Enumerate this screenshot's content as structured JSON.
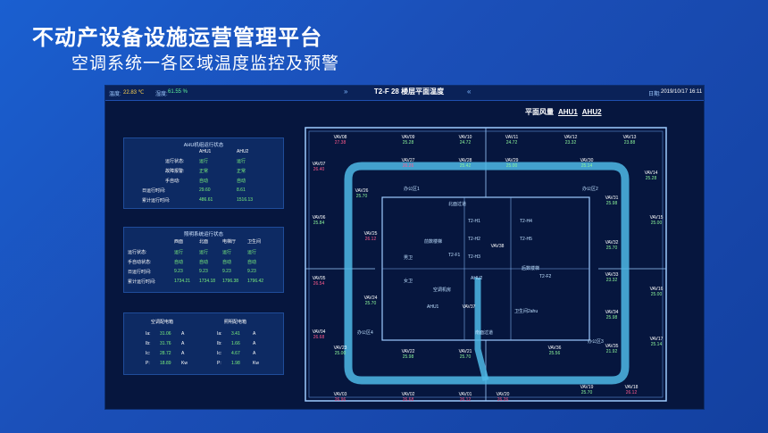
{
  "slide": {
    "title": "不动产设备设施运营管理平台",
    "subtitle": "空调系统一各区域温度监控及预警"
  },
  "topbar": {
    "temp_label": "温度:",
    "temp_value": "22.83 ℃",
    "hum_label": "湿度:",
    "hum_value": "61.55 %",
    "title": "T2-F 28 楼层平面温度",
    "left_arrows": "»",
    "right_arrows": "«",
    "date_label": "日期:",
    "date_value": "2019/10/17 16:11"
  },
  "wind": {
    "label": "平面风量",
    "units": [
      "AHU1",
      "AHU2"
    ]
  },
  "ahu": {
    "title": "AHU机组运行状态",
    "cols": [
      "AHU1",
      "AHU2"
    ],
    "rows": [
      {
        "label": "运行状态:",
        "v": [
          "运行",
          "运行"
        ]
      },
      {
        "label": "故障报警:",
        "v": [
          "正常",
          "正常"
        ]
      },
      {
        "label": "手自动:",
        "v": [
          "自动",
          "自动"
        ]
      },
      {
        "label": "日运行时间:",
        "v": [
          "29.60",
          "8.61"
        ]
      },
      {
        "label": "累计运行时间:",
        "v": [
          "486.61",
          "1516.13"
        ]
      }
    ]
  },
  "light": {
    "title": "照明系统运行状态",
    "cols": [
      "西面",
      "北面",
      "电梯厅",
      "卫生间"
    ],
    "rows": [
      {
        "label": "运行状态:",
        "v": [
          "运行",
          "运行",
          "运行",
          "运行"
        ]
      },
      {
        "label": "手自动状态:",
        "v": [
          "自动",
          "自动",
          "自动",
          "自动"
        ]
      },
      {
        "label": "日运行时间:",
        "v": [
          "9.23",
          "9.23",
          "9.23",
          "9.23"
        ]
      },
      {
        "label": "累计运行时间:",
        "v": [
          "1734.21",
          "1734.18",
          "1796.38",
          "1796.42"
        ]
      }
    ]
  },
  "power": {
    "ac_title": "空调配电箱",
    "light_title": "照明配电箱",
    "ac": [
      {
        "k": "Ia:",
        "v": "31.06",
        "u": "A"
      },
      {
        "k": "Ib:",
        "v": "31.76",
        "u": "A"
      },
      {
        "k": "Ic:",
        "v": "28.72",
        "u": "A"
      },
      {
        "k": "P:",
        "v": "18.89",
        "u": "Kw"
      }
    ],
    "lt": [
      {
        "k": "Ia:",
        "v": "3.41",
        "u": "A"
      },
      {
        "k": "Ib:",
        "v": "1.66",
        "u": "A"
      },
      {
        "k": "Ic:",
        "v": "4.67",
        "u": "A"
      },
      {
        "k": "P:",
        "v": "1.98",
        "u": "Kw"
      }
    ]
  },
  "rooms": [
    "办公区1",
    "办公区2",
    "办公区3",
    "办公区4",
    "北面过道",
    "南面过道",
    "T2-H1",
    "T2-H2",
    "T2-H3",
    "T2-H4",
    "T2-H5",
    "T2-F1",
    "T2-F2",
    "前数楼梯",
    "后数楼梯",
    "男卫",
    "女卫",
    "AHU1",
    "AHU2",
    "空调机房",
    "卫生间2ahu"
  ],
  "vavs": [
    {
      "id": "VAV08",
      "t": "27.38",
      "alarm": true
    },
    {
      "id": "VAV09",
      "t": "25.28",
      "alarm": false
    },
    {
      "id": "VAV10",
      "t": "24.72",
      "alarm": false
    },
    {
      "id": "VAV11",
      "t": "24.72",
      "alarm": false
    },
    {
      "id": "VAV12",
      "t": "23.32",
      "alarm": false
    },
    {
      "id": "VAV13",
      "t": "23.88",
      "alarm": false
    },
    {
      "id": "VAV07",
      "t": "26.40",
      "alarm": true
    },
    {
      "id": "VAV27",
      "t": "26.26",
      "alarm": true
    },
    {
      "id": "VAV28",
      "t": "25.42",
      "alarm": false
    },
    {
      "id": "VAV29",
      "t": "25.00",
      "alarm": false
    },
    {
      "id": "VAV30",
      "t": "25.14",
      "alarm": false
    },
    {
      "id": "VAV14",
      "t": "25.28",
      "alarm": false
    },
    {
      "id": "VAV26",
      "t": "25.70",
      "alarm": false
    },
    {
      "id": "VAV31",
      "t": "25.98",
      "alarm": false
    },
    {
      "id": "VAV06",
      "t": "25.84",
      "alarm": false
    },
    {
      "id": "VAV25",
      "t": "26.12",
      "alarm": true
    },
    {
      "id": "VAV15",
      "t": "25.00",
      "alarm": false
    },
    {
      "id": "VAV32",
      "t": "25.70",
      "alarm": false
    },
    {
      "id": "VAV38",
      "t": "",
      "alarm": false
    },
    {
      "id": "VAV05",
      "t": "26.54",
      "alarm": true
    },
    {
      "id": "VAV33",
      "t": "23.32",
      "alarm": false
    },
    {
      "id": "VAV16",
      "t": "25.00",
      "alarm": false
    },
    {
      "id": "VAV24",
      "t": "25.70",
      "alarm": false
    },
    {
      "id": "VAV37",
      "t": "",
      "alarm": false
    },
    {
      "id": "VAV34",
      "t": "25.98",
      "alarm": false
    },
    {
      "id": "VAV04",
      "t": "26.68",
      "alarm": true
    },
    {
      "id": "VAV17",
      "t": "25.14",
      "alarm": false
    },
    {
      "id": "VAV23",
      "t": "25.00",
      "alarm": false
    },
    {
      "id": "VAV22",
      "t": "25.98",
      "alarm": false
    },
    {
      "id": "VAV21",
      "t": "25.70",
      "alarm": false
    },
    {
      "id": "VAV36",
      "t": "25.56",
      "alarm": false
    },
    {
      "id": "VAV35",
      "t": "21.92",
      "alarm": false
    },
    {
      "id": "VAV19",
      "t": "25.70",
      "alarm": false
    },
    {
      "id": "VAV18",
      "t": "26.12",
      "alarm": true
    },
    {
      "id": "VAV03",
      "t": "26.96",
      "alarm": true
    },
    {
      "id": "VAV02",
      "t": "26.68",
      "alarm": true
    },
    {
      "id": "VAV01",
      "t": "26.12",
      "alarm": true
    },
    {
      "id": "VAV20",
      "t": "26.26",
      "alarm": true
    }
  ]
}
